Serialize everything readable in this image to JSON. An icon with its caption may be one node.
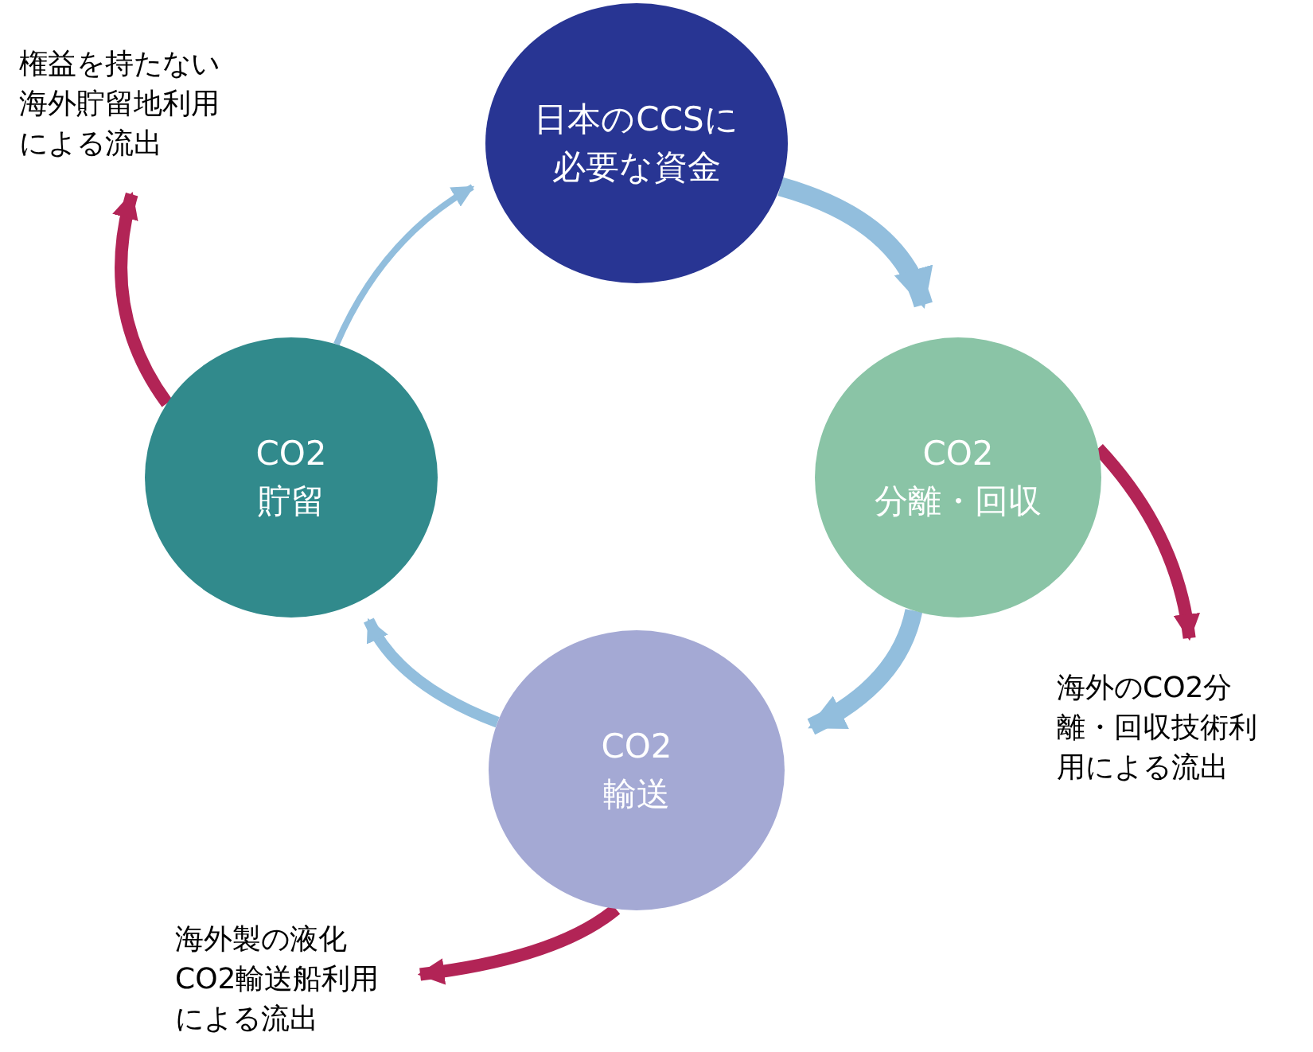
{
  "diagram": {
    "nodes": [
      {
        "text": [
          "日本のCCSに必要な資金"
        ]
      },
      {
        "text": [
          "CO2",
          "分離・回収"
        ]
      },
      {
        "text": [
          "CO2",
          "輸送"
        ]
      },
      {
        "text": [
          "CO2",
          "貯留"
        ]
      },
      {
        "text": [
          "権益を持たない海外貯留地利用による流出"
        ]
      },
      {
        "text": [
          "海外のCO2分離・回収技術利用による流出"
        ]
      },
      {
        "text": [
          "海外製の液化CO2輸送船利用による流出"
        ]
      }
    ],
    "edges": [
      {
        "from": 0,
        "to": 1,
        "arrow": "to"
      },
      {
        "from": 1,
        "to": 2,
        "arrow": "to"
      },
      {
        "from": 2,
        "to": 3,
        "arrow": "to"
      },
      {
        "from": 3,
        "to": 0,
        "arrow": "to"
      },
      {
        "from": 3,
        "to": 4,
        "arrow": "to",
        "color": "#b22456"
      },
      {
        "from": 1,
        "to": 5,
        "arrow": "to",
        "color": "#b22456"
      },
      {
        "from": 2,
        "to": 6,
        "arrow": "to",
        "color": "#b22456"
      }
    ]
  }
}
